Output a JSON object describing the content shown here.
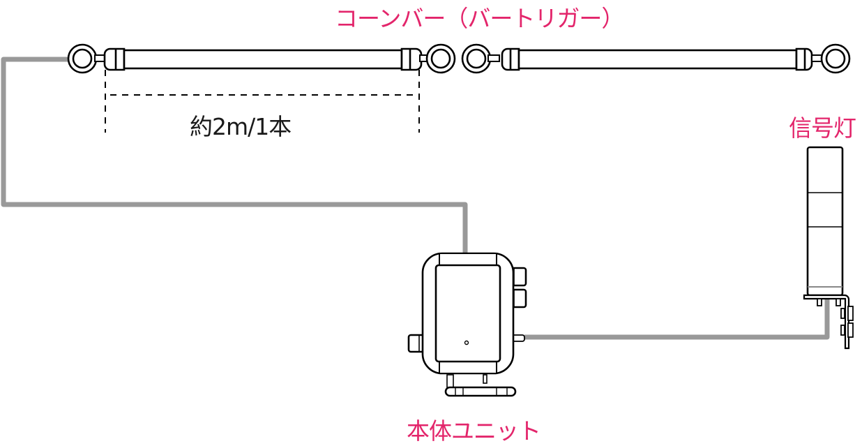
{
  "labels": {
    "cone_bar": "コーンバー（バートリガー）",
    "length": "約2m/1本",
    "signal_light": "信号灯",
    "main_unit": "本体ユニット"
  },
  "colors": {
    "accent": "#e3256b",
    "cable": "#999999",
    "outline": "#000000",
    "text": "#1a1a1a"
  },
  "components": [
    {
      "name": "cone-bar-1",
      "label_ref": "cone_bar"
    },
    {
      "name": "cone-bar-2",
      "label_ref": "cone_bar"
    },
    {
      "name": "main-unit",
      "label_ref": "main_unit"
    },
    {
      "name": "signal-light",
      "label_ref": "signal_light",
      "tiers": 3
    }
  ]
}
